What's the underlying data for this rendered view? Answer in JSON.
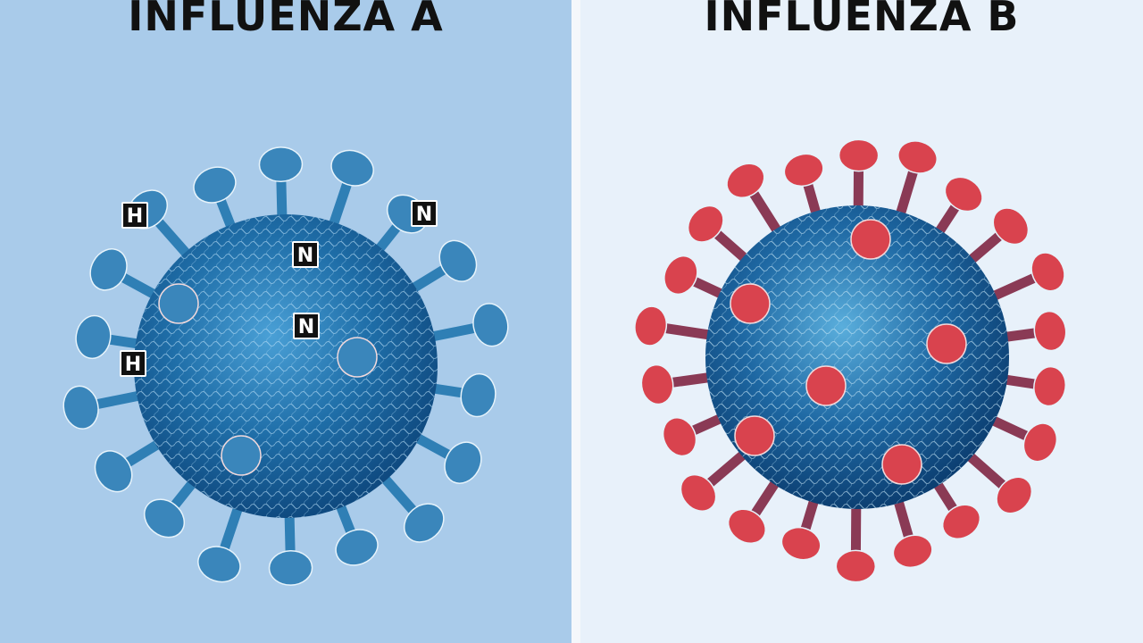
{
  "panels": [
    {
      "title": "INFLUENZA A",
      "background": "#a9cbea",
      "virus_color": "#2f7fb5",
      "spike_tip_color": "#3a86bb"
    },
    {
      "title": "INFLUENZA B",
      "background": "#e8f1fa",
      "virus_color": "#2c74ad",
      "spike_tip_color": "#d9434e"
    }
  ],
  "markers": {
    "h_top": "H",
    "h_left": "H",
    "n_top_right": "N",
    "n_center_top": "N",
    "n_center": "N"
  }
}
